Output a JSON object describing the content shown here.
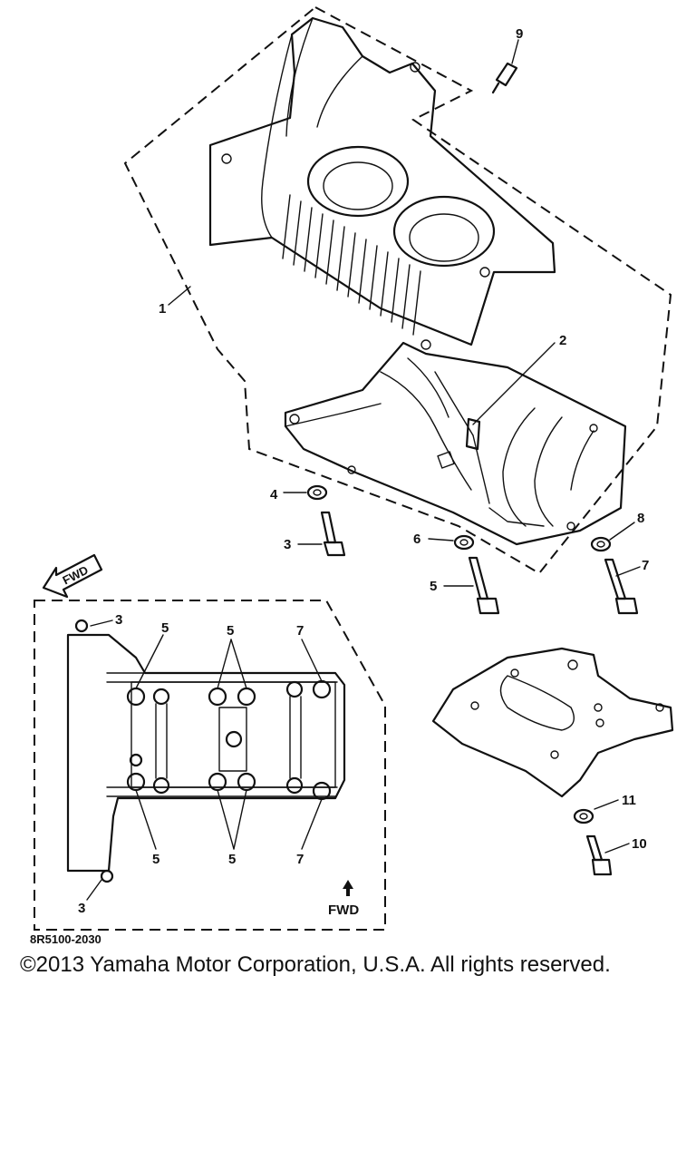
{
  "diagram": {
    "drawing_code": "8R5100-2030",
    "fwd_arrow_label": "FWD",
    "fwd_label": "FWD",
    "callouts": {
      "c1": "1",
      "c2": "2",
      "c3": "3",
      "c4": "4",
      "c5": "5",
      "c6": "6",
      "c7": "7",
      "c8": "8",
      "c9": "9",
      "c10": "10",
      "c11": "11"
    },
    "inset_callouts": {
      "tl_3": "3",
      "top_5a": "5",
      "top_5b": "5",
      "top_7": "7",
      "bot_5a": "5",
      "bot_5b": "5",
      "bot_7": "7",
      "bot_3": "3"
    }
  },
  "footer": {
    "copyright": "©2013 Yamaha Motor Corporation, U.S.A. All rights reserved."
  }
}
